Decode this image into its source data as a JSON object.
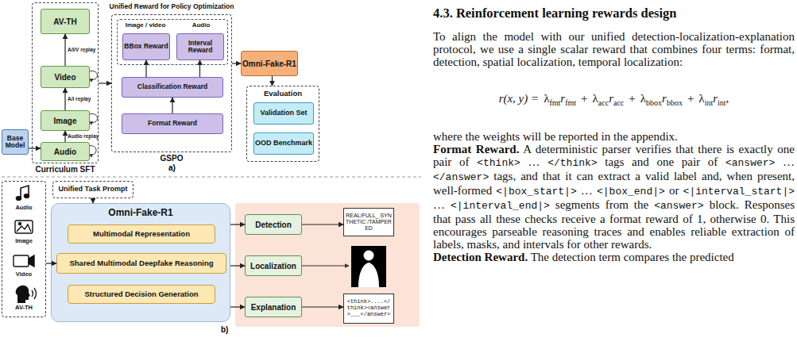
{
  "diagram": {
    "nodes": [
      {
        "text": [
          "Curriculum SFT"
        ]
      },
      {
        "text": [
          "AV-TH"
        ],
        "in": 0
      },
      {
        "text": [
          "Video"
        ],
        "in": 0
      },
      {
        "text": [
          "Image"
        ],
        "in": 0
      },
      {
        "text": [
          "Audio"
        ],
        "in": 0
      },
      {
        "text": [
          "Base Model"
        ]
      },
      {
        "text": [
          "Unified Reward for Policy Optimization",
          "GSPO"
        ]
      },
      {
        "text": [
          "Image / video",
          "Audio"
        ],
        "in": 6
      },
      {
        "text": [
          "BBox Reward"
        ],
        "in": 7
      },
      {
        "text": [
          "Interval Reward"
        ],
        "in": 7
      },
      {
        "text": [
          "Classification Reward"
        ],
        "in": 6
      },
      {
        "text": [
          "Format Reward"
        ],
        "in": 6
      },
      {
        "text": [
          "Omni-Fake-R1"
        ]
      },
      {
        "text": [
          "Evaluation"
        ]
      },
      {
        "text": [
          "Validation Set"
        ],
        "in": 13
      },
      {
        "text": [
          "OOD Benchmark"
        ],
        "in": 13
      },
      {
        "text": [
          "Audio",
          "Image",
          "Video",
          "AV-TH"
        ]
      },
      {
        "text": [
          "Unified Task Prompt"
        ]
      },
      {
        "text": [
          "Omni-Fake-R1"
        ]
      },
      {
        "text": [
          "Multimodal Representation"
        ],
        "in": 18
      },
      {
        "text": [
          "Shared Multimodal Deepfake Reasoning"
        ],
        "in": 18
      },
      {
        "text": [
          "Structured Decision Generation"
        ],
        "in": 18
      },
      {
        "text": [
          "Detection"
        ]
      },
      {
        "text": [
          "Localization"
        ]
      },
      {
        "text": [
          "Explanation"
        ]
      },
      {
        "text": [
          "REAL/FULL_ SYNTHETIC /TAMPERED"
        ]
      },
      {
        "text": [
          "<think>....</think><answer>___</answer>"
        ]
      }
    ],
    "edges": [
      {
        "from": 5,
        "to": 4,
        "arrow": "to"
      },
      {
        "from": 4,
        "to": 3,
        "arrow": "to",
        "label": "Audio replay"
      },
      {
        "from": 3,
        "to": 2,
        "arrow": "to",
        "label": "A/I replay"
      },
      {
        "from": 2,
        "to": 1,
        "arrow": "to",
        "label": "A/I/V replay"
      },
      {
        "from": 0,
        "to": 6,
        "arrow": "to"
      },
      {
        "from": 11,
        "to": 10,
        "arrow": "to"
      },
      {
        "from": 10,
        "to": 8,
        "arrow": "to"
      },
      {
        "from": 10,
        "to": 9,
        "arrow": "to"
      },
      {
        "from": 6,
        "to": 12,
        "arrow": "to"
      },
      {
        "from": 12,
        "to": 13,
        "arrow": "to"
      },
      {
        "from": 17,
        "to": 18,
        "arrow": "to"
      },
      {
        "from": 16,
        "to": 20,
        "arrow": "to"
      },
      {
        "from": 18,
        "to": 22,
        "arrow": "to"
      },
      {
        "from": 18,
        "to": 23,
        "arrow": "to"
      },
      {
        "from": 18,
        "to": 24,
        "arrow": "to"
      },
      {
        "from": 22,
        "to": 25,
        "arrow": "to"
      },
      {
        "from": 24,
        "to": 26,
        "arrow": "to"
      }
    ],
    "labels": [
      "a)",
      "b)",
      "4.3. Reinforcement learning rewards design",
      "To align the model with our unified detection-localization-explanation protocol, we use a single scalar reward that combines four terms: format, detection, spatial localization, temporal localization:",
      "r(x, y) =",
      "λ",
      "fmt",
      "r",
      "fmt",
      "+",
      "λ",
      "acc",
      "r",
      "acc",
      "+",
      "λ",
      "bbox",
      "r",
      "bbox",
      "+",
      "λ",
      "int",
      "r",
      "int",
      ",",
      "where the weights will be reported in the appendix.",
      "Format Reward.",
      "A deterministic parser verifies that there is exactly one pair of",
      "<think>",
      "…",
      "</think>",
      "tags and one pair of",
      "<answer>",
      "…",
      "</answer>",
      "tags, and that it can extract a valid label and, when present, well-formed",
      "<|box_start|>",
      "…",
      "<|box_end|>",
      "or",
      "<|interval_start|>",
      "…",
      "<|interval_end|>",
      "segments from the",
      "<answer>",
      "block. Responses that pass all these checks receive a format reward of 1, otherwise 0. This encourages parseable reasoning traces and enables reliable extraction of labels, masks, and intervals for other rewards.",
      "Detection Reward.",
      "The detection term compares the predicted"
    ]
  }
}
